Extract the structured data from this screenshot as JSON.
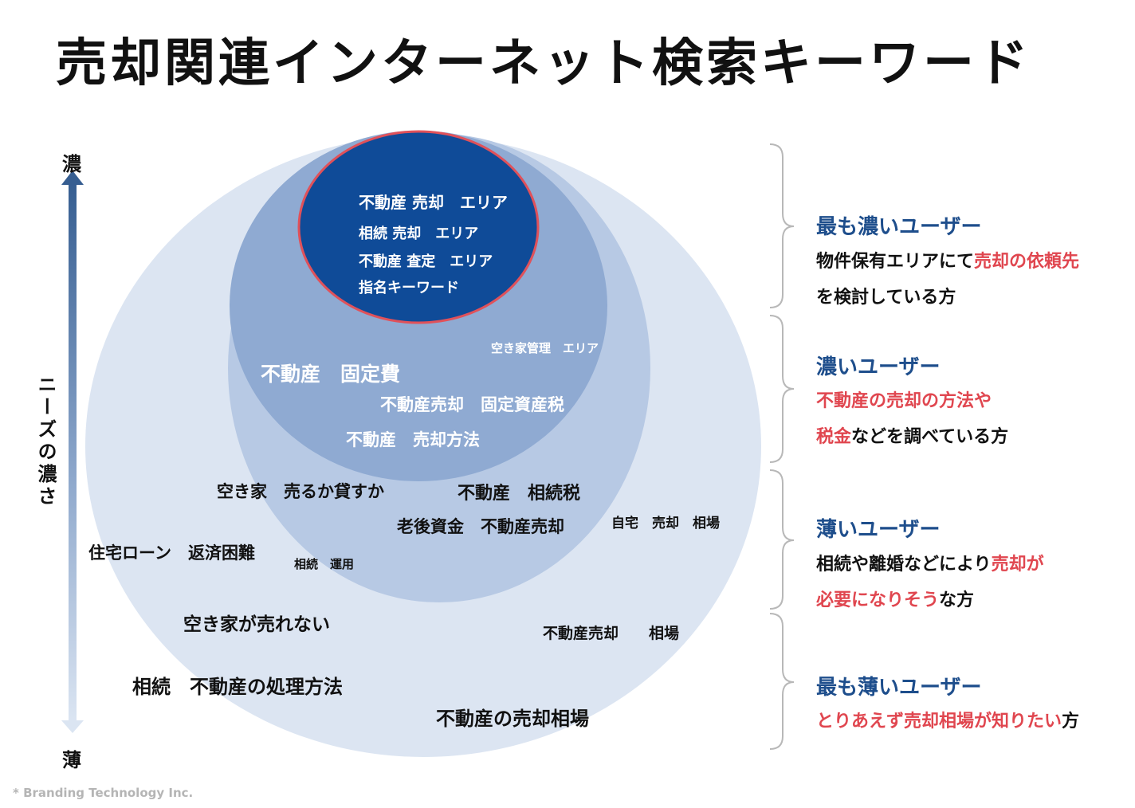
{
  "title": "売却関連インターネット検索キーワード",
  "axis": {
    "top": "濃",
    "bottom": "薄",
    "label": "ニーズの濃さ"
  },
  "colors": {
    "level1": "#0f4b98",
    "level1_border": "#e0515a",
    "level2": "#8faad2",
    "level3": "#b7c9e4",
    "level4": "#dce5f2",
    "segment_title": "#1e4e8c",
    "highlight": "#e0464f"
  },
  "keywords": {
    "k1": "不動産 売却　エリア",
    "k2": "相続 売却　エリア",
    "k3": "不動産 査定　エリア",
    "k4": "指名キーワード",
    "k5": "空き家管理　エリア",
    "k6": "不動産　固定費",
    "k7": "不動産売却　固定資産税",
    "k8": "不動産　売却方法",
    "k9": "空き家　売るか貸すか",
    "k10": "不動産　相続税",
    "k11": "老後資金　不動産売却",
    "k12": "自宅　売却　相場",
    "k13": "住宅ローン　返済困難",
    "k14": "相続　運用",
    "k15": "空き家が売れない",
    "k16": "不動産売却　　相場",
    "k17": "相続　不動産の処理方法",
    "k18": "不動産の売却相場"
  },
  "segments": [
    {
      "title": "最も濃いユーザー",
      "line1_a": "物件保有エリアにて",
      "line1_b": "売却の依頼先",
      "line2": "を検討している方"
    },
    {
      "title": "濃いユーザー",
      "line1": "不動産の売却の方法や",
      "line2_a": "税金",
      "line2_b": "などを調べている方"
    },
    {
      "title": "薄いユーザー",
      "line1_a": "相続や離婚などにより",
      "line1_b": "売却が",
      "line2_a": "必要になりそう",
      "line2_b": "な方"
    },
    {
      "title": "最も薄いユーザー",
      "line1_a": "とりあえず売却相場が知りたい",
      "line1_b": "方"
    }
  ],
  "footer": "* Branding Technology Inc."
}
